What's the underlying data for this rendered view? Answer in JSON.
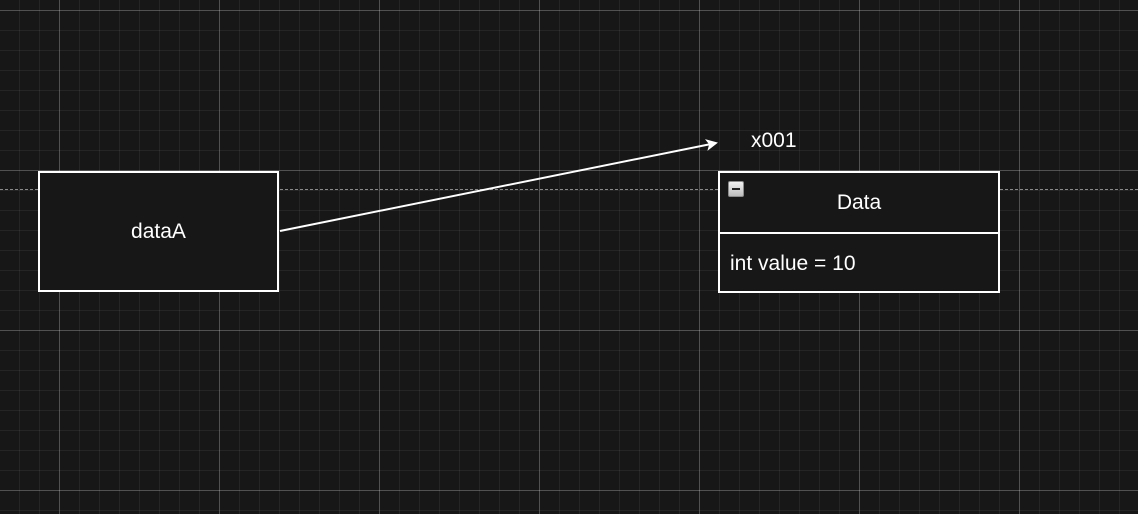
{
  "diagram": {
    "nodes": {
      "dataA": {
        "label": "dataA"
      },
      "data_class": {
        "title": "Data",
        "fields": [
          "int value = 10"
        ]
      }
    },
    "edges": [
      {
        "from": "dataA",
        "to": "data_class",
        "label": "x001"
      }
    ]
  },
  "colors": {
    "background": "#171717",
    "stroke": "#ffffff",
    "text": "#ffffff"
  }
}
